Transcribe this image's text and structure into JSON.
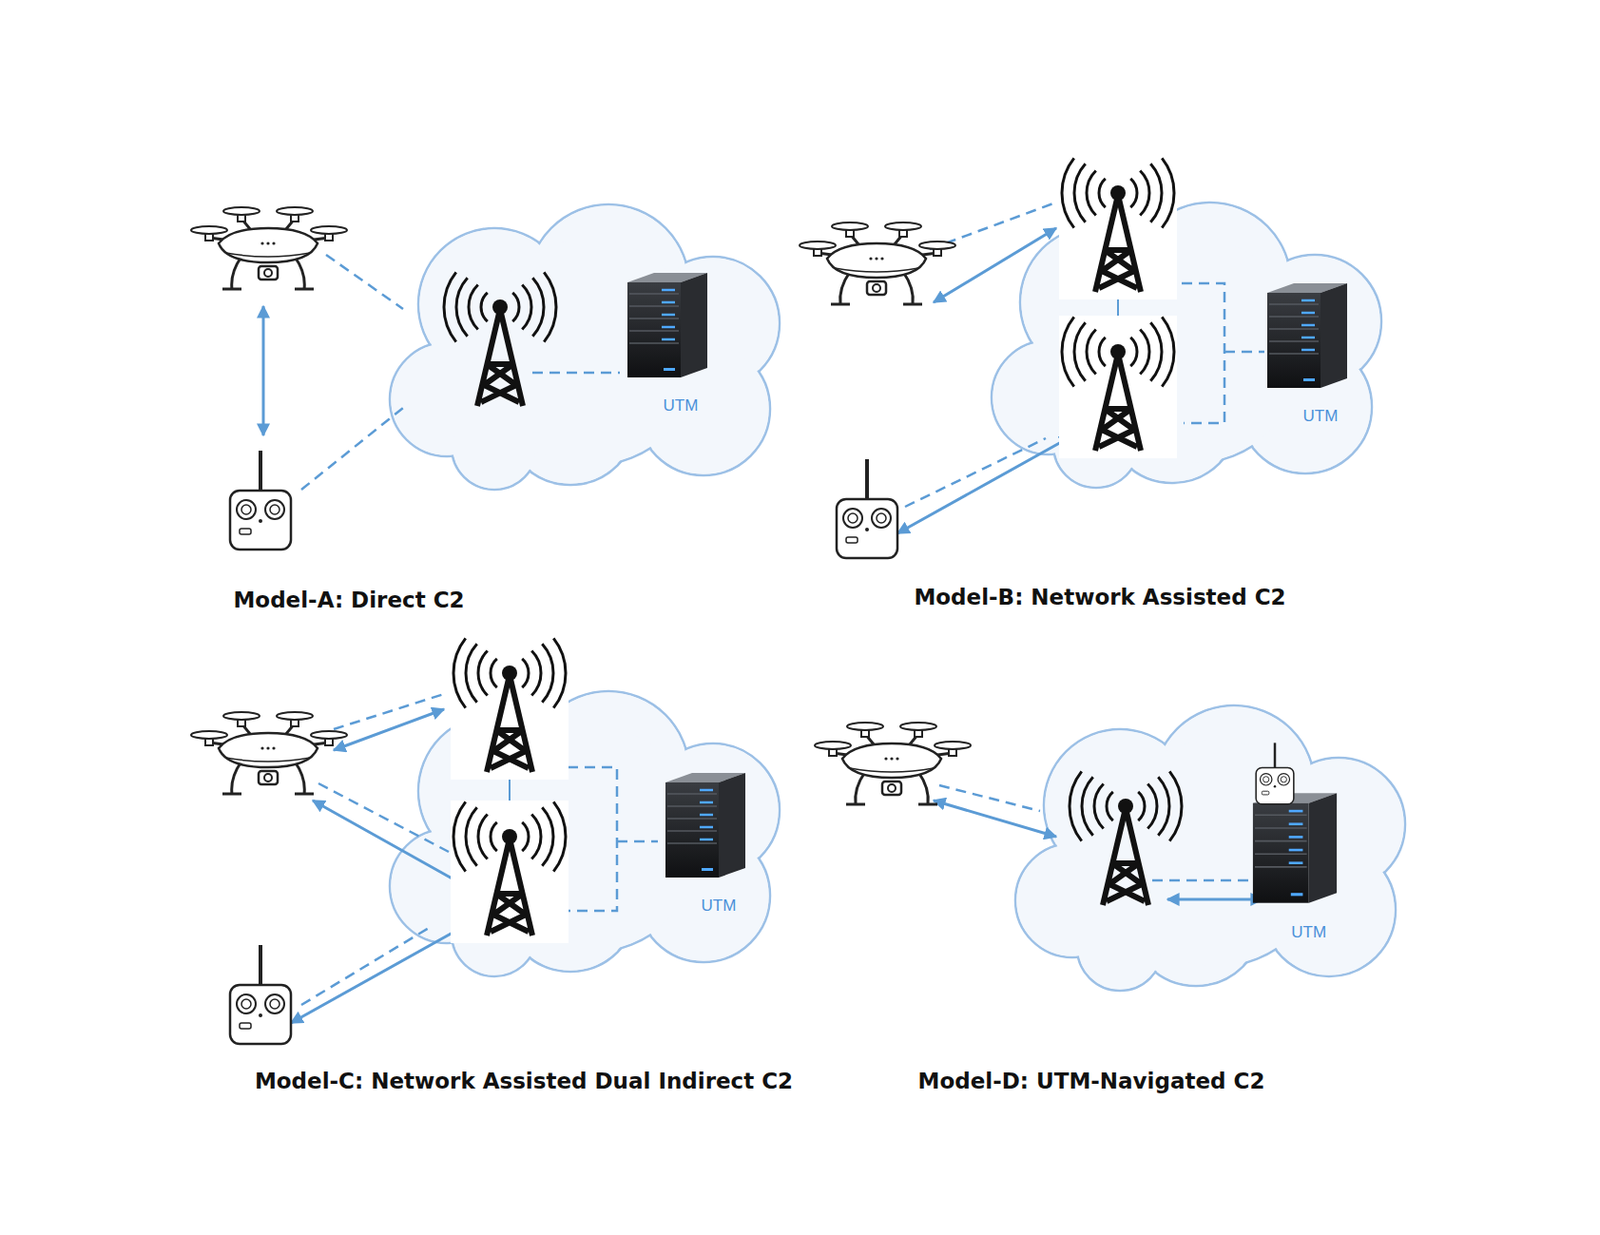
{
  "diagram": {
    "nodes": [
      {
        "text": [
          "UTM"
        ]
      },
      {
        "text": [
          "UTM"
        ]
      },
      {
        "text": [
          "UTM"
        ]
      },
      {
        "text": [
          "UTM"
        ]
      }
    ],
    "labels": [
      "Model-A: Direct C2",
      "Model-B: Network Assisted C2",
      "Model-C: Network Assisted Dual Indirect C2",
      "Model-D: UTM-Navigated C2"
    ]
  }
}
